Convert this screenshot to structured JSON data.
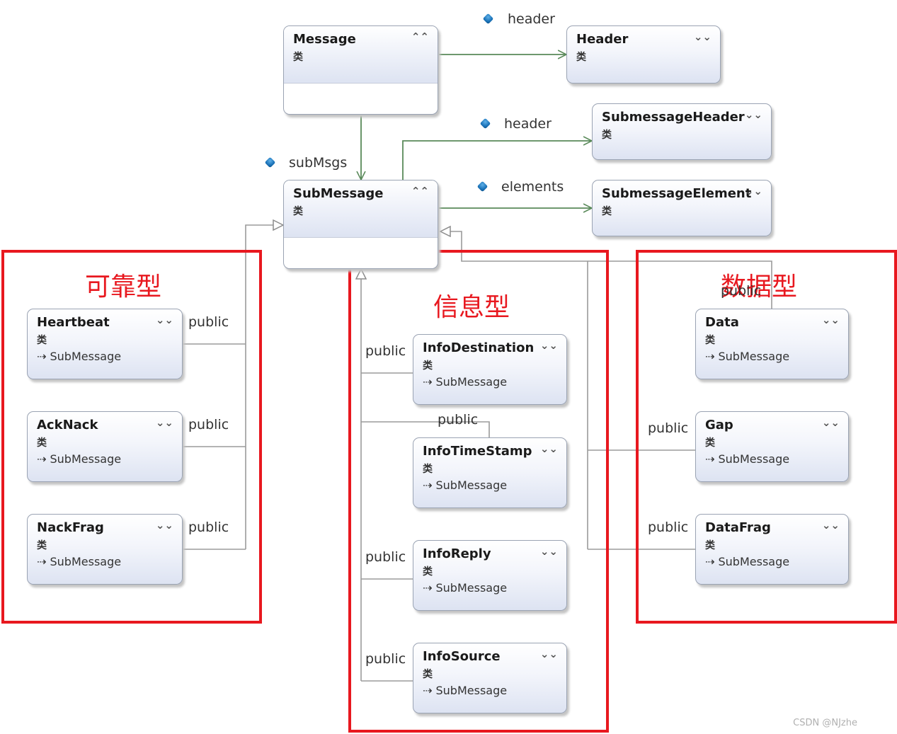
{
  "groups": {
    "reliability": "可靠型",
    "info": "信息型",
    "data": "数据型"
  },
  "class_kind_label": "类",
  "classes": {
    "message": {
      "name": "Message"
    },
    "header": {
      "name": "Header"
    },
    "submessage_header": {
      "name": "SubmessageHeader"
    },
    "submessage": {
      "name": "SubMessage"
    },
    "submessage_element": {
      "name": "SubmessageElement"
    },
    "heartbeat": {
      "name": "Heartbeat",
      "base": "SubMessage"
    },
    "acknack": {
      "name": "AckNack",
      "base": "SubMessage"
    },
    "nackfrag": {
      "name": "NackFrag",
      "base": "SubMessage"
    },
    "info_destination": {
      "name": "InfoDestination",
      "base": "SubMessage"
    },
    "info_timestamp": {
      "name": "InfoTimeStamp",
      "base": "SubMessage"
    },
    "info_reply": {
      "name": "InfoReply",
      "base": "SubMessage"
    },
    "info_source": {
      "name": "InfoSource",
      "base": "SubMessage"
    },
    "data": {
      "name": "Data",
      "base": "SubMessage"
    },
    "gap": {
      "name": "Gap",
      "base": "SubMessage"
    },
    "datafrag": {
      "name": "DataFrag",
      "base": "SubMessage"
    }
  },
  "associations": {
    "message_header": "header",
    "message_submsgs": "subMsgs",
    "submessage_header": "header",
    "submessage_elements": "elements"
  },
  "inheritance_label": "public",
  "watermark": "CSDN @NJzhe",
  "colors": {
    "group_border": "#e8181f",
    "association_line": "#5a8a5a",
    "inheritance_line": "#9b9b9b"
  }
}
